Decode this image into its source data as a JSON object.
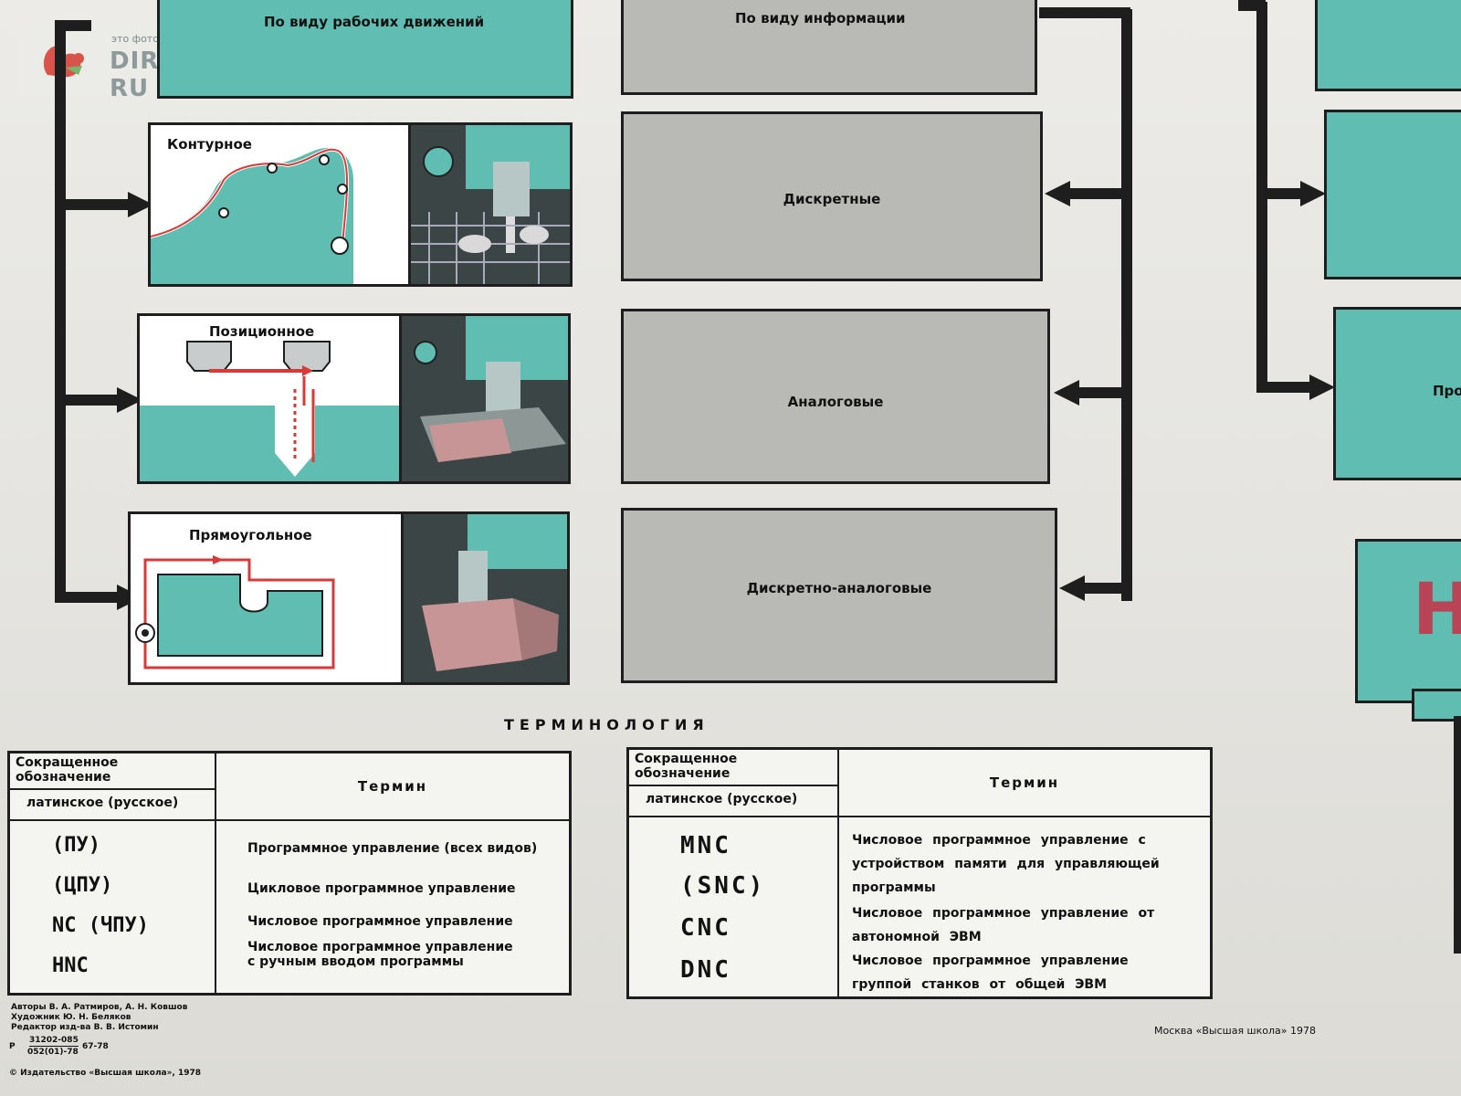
{
  "watermark": {
    "caption": "это фото из лота, выставленного на",
    "brand": "DIRECTLOT • RU"
  },
  "left_column": {
    "top_label": "По виду рабочих движений",
    "panels": [
      {
        "label": "Контурное"
      },
      {
        "label": "Позиционное"
      },
      {
        "label": "Прямоугольное"
      }
    ]
  },
  "middle_column": {
    "top_label": "По виду информации",
    "boxes": [
      {
        "label": "Дискретные"
      },
      {
        "label": "Аналоговые"
      },
      {
        "label": "Дискретно-аналоговые"
      }
    ]
  },
  "right_column": {
    "partial_label": "Про",
    "partial_letter": "Н"
  },
  "terminology": {
    "title": "ТЕРМИНОЛОГИЯ",
    "header_abbrev": "Сокращенное обозначение",
    "header_latin": "латинское (русское)",
    "header_term": "Термин",
    "left_rows": [
      {
        "abbr": "(ПУ)",
        "term": "Программное управление (всех видов)"
      },
      {
        "abbr": "(ЦПУ)",
        "term": "Цикловое программное управление"
      },
      {
        "abbr": "NC (ЧПУ)",
        "term": "Числовое программное управление"
      },
      {
        "abbr": "HNC",
        "term": "Числовое программное управление с ручным вводом программы"
      }
    ],
    "right_rows": [
      {
        "abbr": "MNC",
        "term": "Числовое программное управление с устройством памяти для управляющей программы"
      },
      {
        "abbr": "(SNC)",
        "term": ""
      },
      {
        "abbr": "CNC",
        "term": "Числовое программное управление от автономной ЭВМ"
      },
      {
        "abbr": "DNC",
        "term": "Числовое программное управление группой станков от общей ЭВМ"
      }
    ]
  },
  "credits": {
    "authors": "Авторы В. А. Ратмиров, А. Н. Ковшов",
    "artist": "Художник Ю. Н. Беляков",
    "editor": "Редактор изд-ва В. В. Истомин",
    "code_top": "31202-085",
    "code_bottom": "052(01)-78",
    "code_side": "67-78",
    "code_prefix": "Р",
    "copyright": "© Издательство «Высшая школа», 1978",
    "publisher": "Москва «Высшая школа» 1978"
  },
  "colors": {
    "teal": "#5fbdb2",
    "gray": "#b9bab6",
    "red": "#d83a3a",
    "ink": "#1e1e1e"
  }
}
